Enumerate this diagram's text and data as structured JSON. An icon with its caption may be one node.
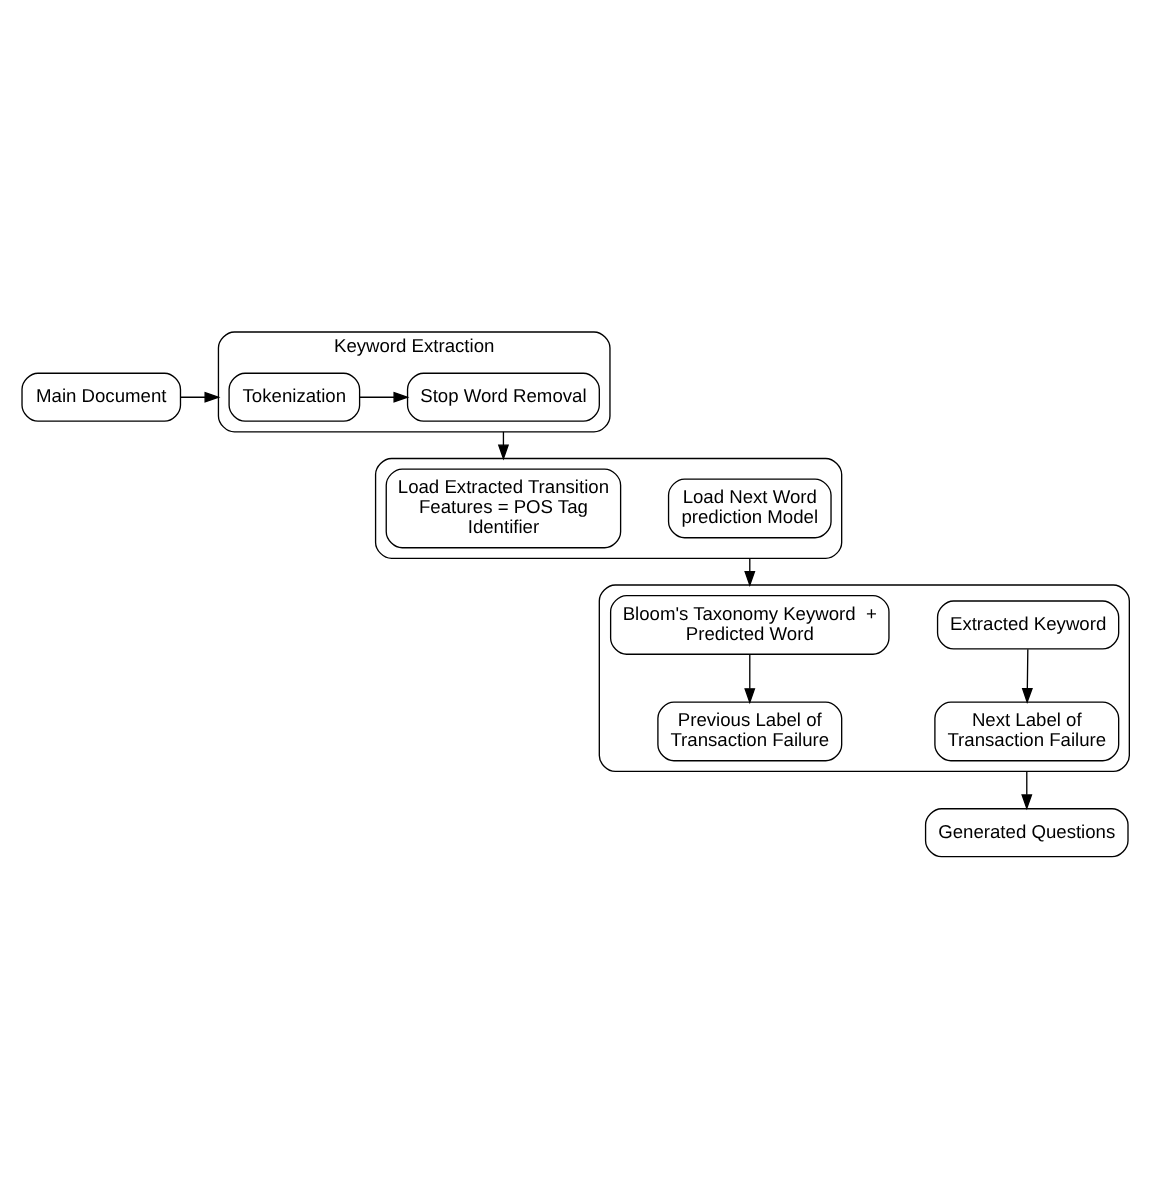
{
  "diagram": {
    "nodes": [
      {
        "text": [
          "Main Document"
        ]
      },
      {
        "text": [
          "Keyword Extraction"
        ]
      },
      {
        "text": [
          "Tokenization"
        ],
        "in": 1
      },
      {
        "text": [
          "Stop Word Removal"
        ],
        "in": 1
      },
      {
        "text": [],
        "shape": "box"
      },
      {
        "text": [
          "Load Extracted Transition Features = POS Tag Identifier"
        ],
        "in": 4
      },
      {
        "text": [
          "Load Next Word prediction Model"
        ],
        "in": 4
      },
      {
        "text": [],
        "shape": "box"
      },
      {
        "text": [
          "Bloom's Taxonomy Keyword  + Predicted Word"
        ],
        "in": 7
      },
      {
        "text": [
          "Extracted Keyword"
        ],
        "in": 7
      },
      {
        "text": [
          "Previous Label of Transaction Failure"
        ],
        "in": 7
      },
      {
        "text": [
          "Next Label of Transaction Failure"
        ],
        "in": 7
      },
      {
        "text": [
          "Generated Questions"
        ]
      }
    ],
    "edges": [
      {
        "from": 0,
        "to": 1,
        "arrow": "to"
      },
      {
        "from": 2,
        "to": 3,
        "arrow": "to"
      },
      {
        "from": 1,
        "to": 4,
        "arrow": "to"
      },
      {
        "from": 4,
        "to": 7,
        "arrow": "to"
      },
      {
        "from": 8,
        "to": 10,
        "arrow": "to"
      },
      {
        "from": 9,
        "to": 11,
        "arrow": "to"
      },
      {
        "from": 7,
        "to": 12,
        "arrow": "to"
      }
    ]
  }
}
